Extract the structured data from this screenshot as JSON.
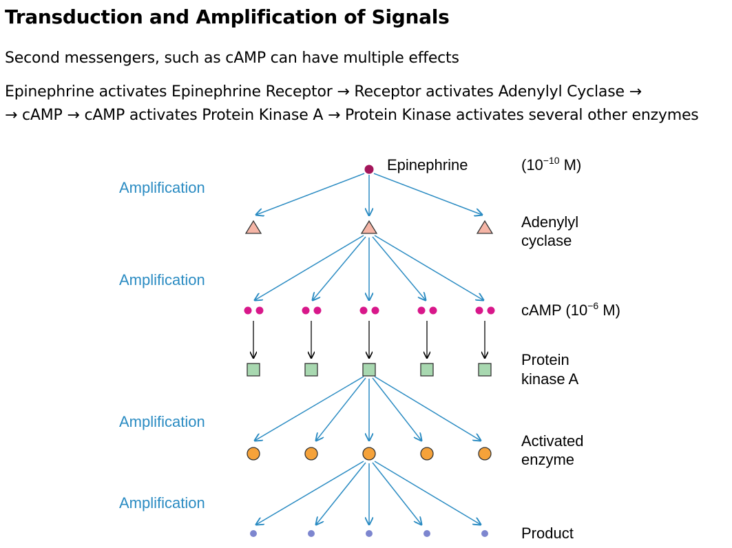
{
  "title": "Transduction and Amplification of Signals",
  "intro_line": "Second messengers, such as cAMP can have multiple effects",
  "pathway_line1": "Epinephrine activates Epinephrine Receptor → Receptor activates Adenylyl Cyclase →",
  "pathway_line2": "→ cAMP → cAMP activates Protein Kinase A → Protein Kinase activates several other enzymes",
  "diagram": {
    "amplification_label": "Amplification",
    "epinephrine_label": "Epinephrine",
    "epinephrine_concentration": {
      "base": "(10",
      "exponent": "−10",
      "suffix": " M)"
    },
    "adenylyl_cyclase_label": [
      "Adenylyl",
      "cyclase"
    ],
    "camp_label": {
      "base": "cAMP (10",
      "exponent": "−6",
      "suffix": " M)"
    },
    "protein_kinase_label": [
      "Protein",
      "kinase A"
    ],
    "activated_enzyme_label": [
      "Activated",
      "enzyme"
    ],
    "product_label": "Product",
    "colors": {
      "arrow": "#2a8bc2",
      "amplification_text": "#2a8bc2",
      "epinephrine": "#a3155a",
      "adenylyl_cyclase_fill": "#f5b5a6",
      "camp": "#d8178a",
      "protein_kinase_fill": "#a8d8b0",
      "enzyme_fill": "#f5a23a",
      "product": "#7d86cf",
      "black_arrow": "#000000"
    }
  }
}
